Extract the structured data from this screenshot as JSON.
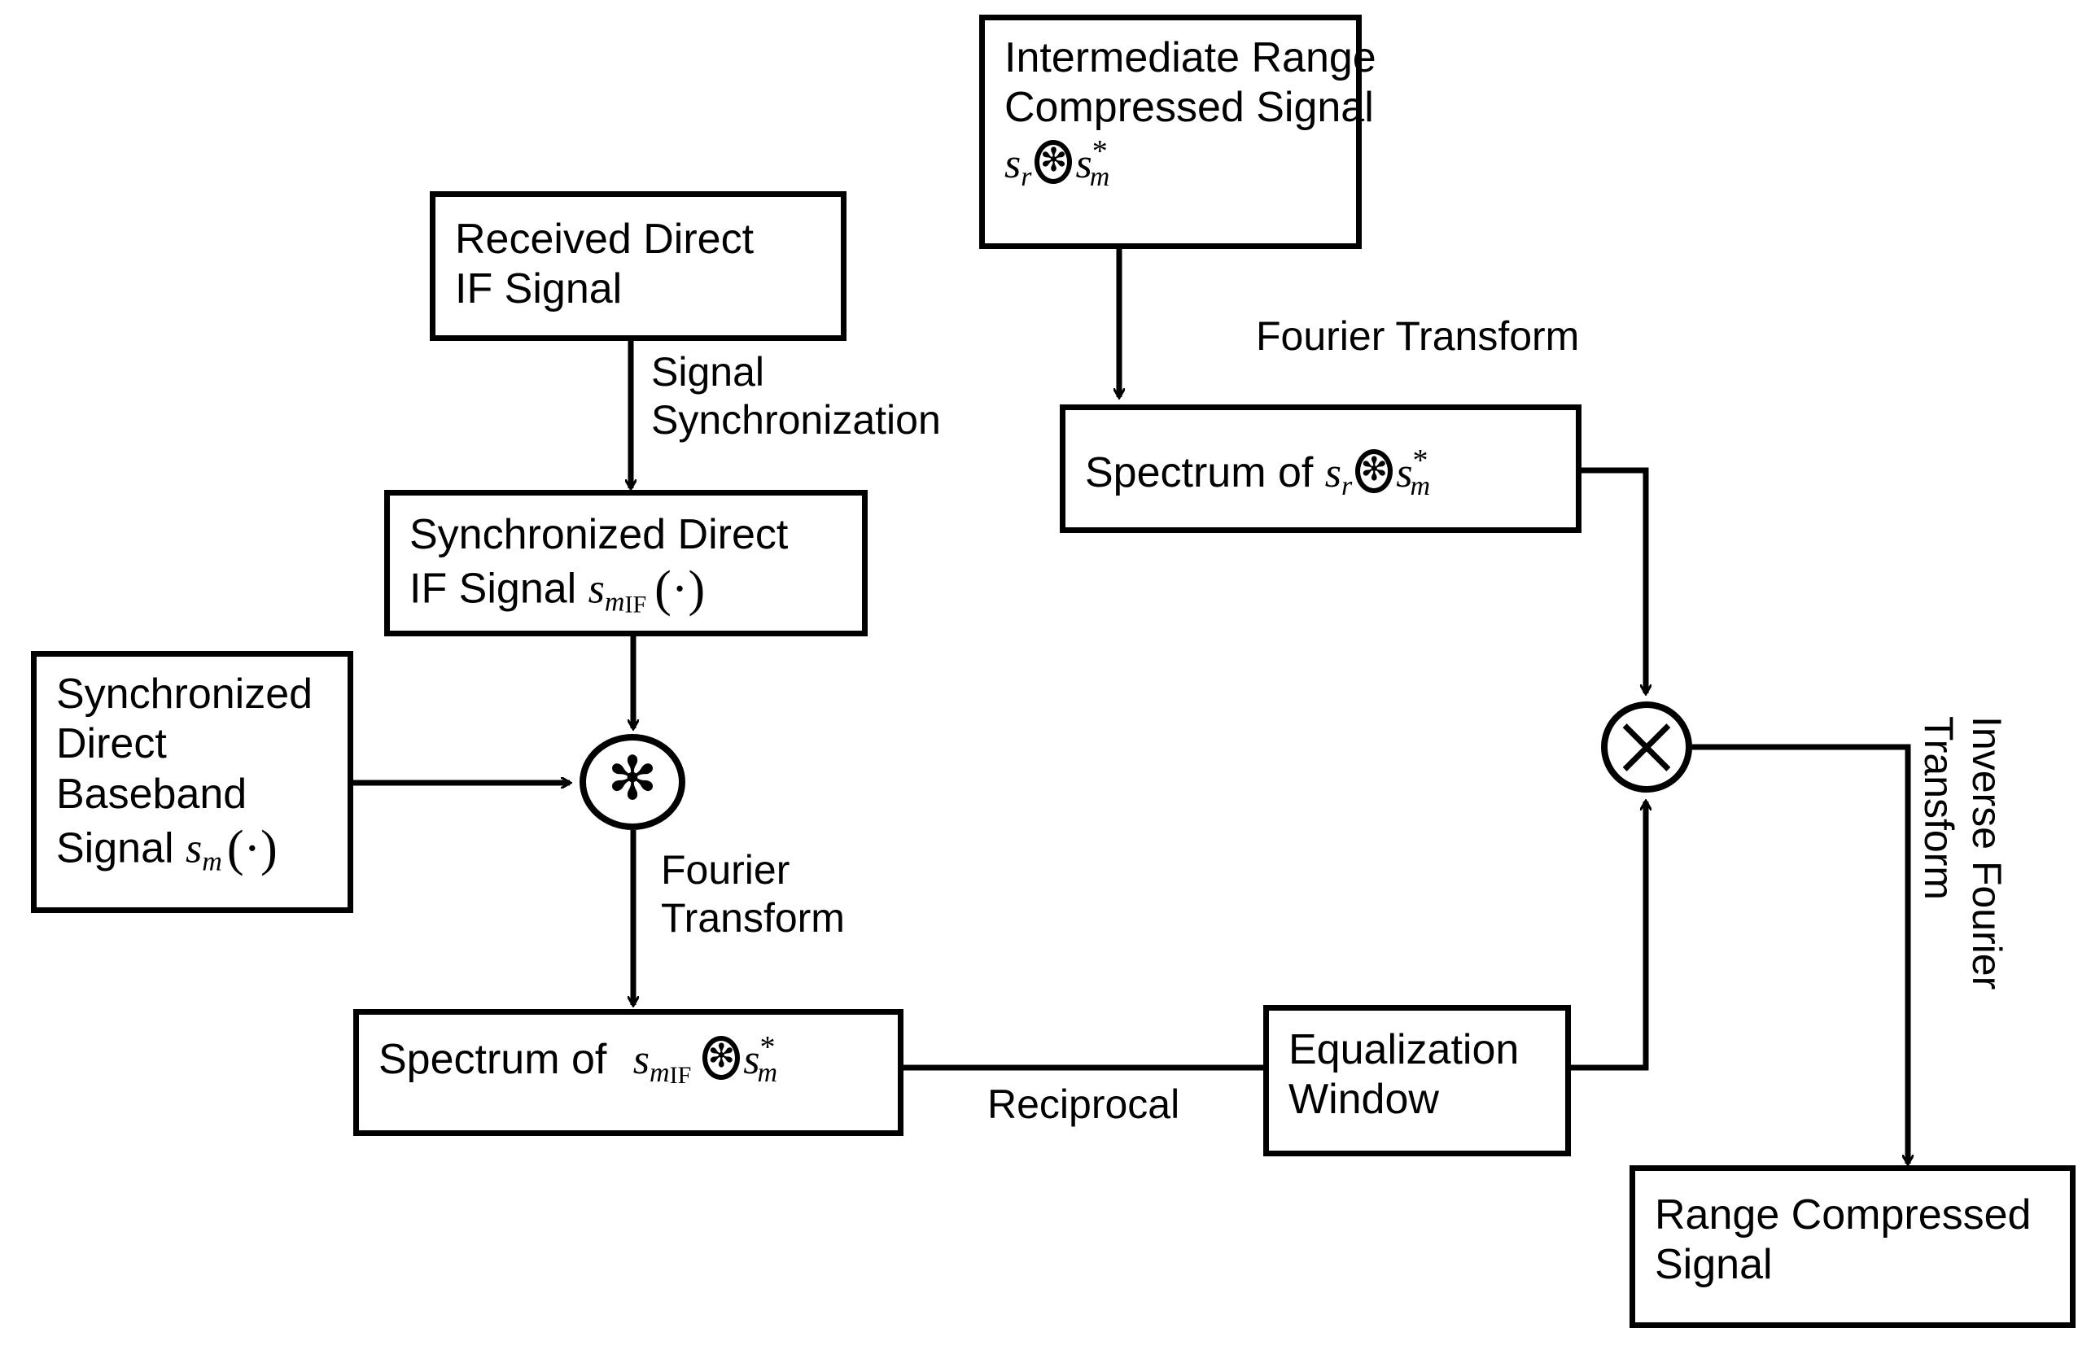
{
  "diagram": {
    "title": "Range Compression Signal Processing Block Diagram",
    "type": "block-diagram",
    "stroke_color": "#000000",
    "background_color": "#ffffff"
  },
  "nodes": {
    "intermediate_range_compressed_signal": {
      "line1": "Intermediate Range",
      "line2": "Compressed Signal",
      "formula": {
        "s1": "s",
        "s1_sub": "r",
        "operator": "convolution-star",
        "s2": "s",
        "s2_sub": "m",
        "s2_sup": "*"
      }
    },
    "received_direct_if_signal": {
      "line1": "Received Direct",
      "line2": "IF Signal"
    },
    "synchronized_direct_if_signal": {
      "line1": "Synchronized Direct",
      "line2_prefix": "IF Signal ",
      "symbol": "s",
      "symbol_sub": "m",
      "symbol_sub2": "IF",
      "symbol_arg": "(·)"
    },
    "synchronized_direct_baseband_signal": {
      "line1": "Synchronized",
      "line2": "Direct",
      "line3": "Baseband",
      "line4_prefix": "Signal ",
      "symbol": "s",
      "symbol_sub": "m",
      "symbol_arg": "(·)"
    },
    "spectrum_of_sr_conv_sm": {
      "prefix": "Spectrum of ",
      "formula": {
        "s1": "s",
        "s1_sub": "r",
        "operator": "convolution-star",
        "s2": "s",
        "s2_sub": "m",
        "s2_sup": "*"
      }
    },
    "spectrum_of_smif_conv_sm": {
      "prefix": "Spectrum of ",
      "formula": {
        "s1": "s",
        "s1_sub": "m",
        "s1_sub2": "IF",
        "operator": "convolution-star",
        "s2": "s",
        "s2_sub": "m",
        "s2_sup": "*"
      }
    },
    "equalization_window": {
      "line1": "Equalization",
      "line2": "Window"
    },
    "range_compressed_signal": {
      "line1": "Range Compressed",
      "line2": "Signal"
    }
  },
  "operators": {
    "convolution": {
      "symbol": "✻",
      "name": "convolution-operator"
    },
    "multiply": {
      "symbol": "✕",
      "name": "multiply-operator"
    }
  },
  "edge_labels": {
    "signal_synchronization": {
      "line1": "Signal",
      "line2": "Synchronization"
    },
    "fourier_transform_top": "Fourier Transform",
    "fourier_transform_left": {
      "line1": "Fourier",
      "line2": "Transform"
    },
    "reciprocal": "Reciprocal",
    "inverse_fourier_transform": {
      "line1": "Inverse Fourier",
      "line2": "Transform"
    }
  }
}
